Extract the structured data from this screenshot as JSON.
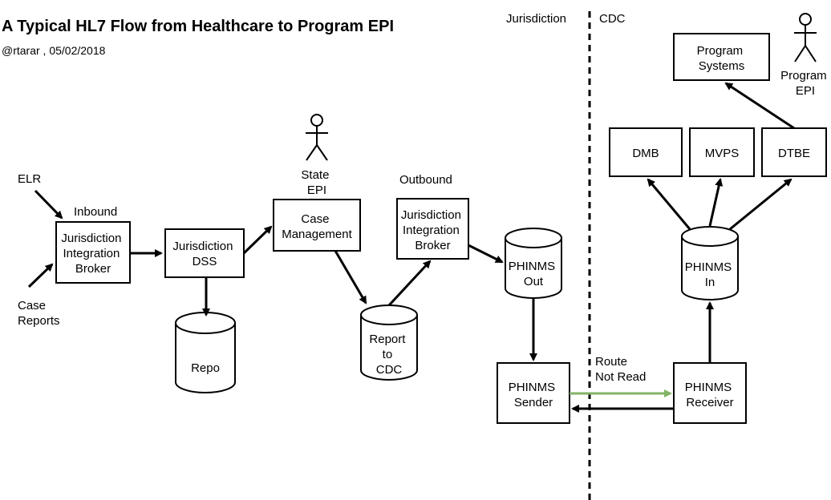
{
  "header": {
    "title": "A Typical HL7 Flow from Healthcare to Program EPI",
    "subtitle": "@rtarar , 05/02/2018"
  },
  "zones": {
    "left": "Jurisdiction",
    "right": "CDC"
  },
  "inputs": {
    "elr": "ELR",
    "case_reports": [
      "Case",
      "Reports"
    ]
  },
  "labels": {
    "inbound": "Inbound",
    "outbound": "Outbound",
    "route_not_read": [
      "Route",
      "Not Read"
    ]
  },
  "actors": {
    "state_epi": [
      "State",
      "EPI"
    ],
    "program_epi": [
      "Program",
      "EPI"
    ]
  },
  "nodes": {
    "jib_in": [
      "Jurisdiction",
      "Integration",
      "Broker"
    ],
    "jdss": [
      "Jurisdiction",
      "DSS"
    ],
    "repo": [
      "Repo"
    ],
    "case_mgmt": [
      "Case",
      "Management"
    ],
    "report_cdc": [
      "Report",
      "to",
      "CDC"
    ],
    "jib_out": [
      "Jurisdiction",
      "Integration",
      "Broker"
    ],
    "phinms_out": [
      "PHINMS",
      "Out"
    ],
    "phinms_sender": [
      "PHINMS",
      "Sender"
    ],
    "phinms_receiver": [
      "PHINMS",
      "Receiver"
    ],
    "phinms_in": [
      "PHINMS",
      "In"
    ],
    "dmb": [
      "DMB"
    ],
    "mvps": [
      "MVPS"
    ],
    "dtbe": [
      "DTBE"
    ],
    "program_systems": [
      "Program",
      "Systems"
    ]
  },
  "colors": {
    "line": "#000000",
    "route_arrow": "#82b366",
    "background": "#ffffff"
  }
}
